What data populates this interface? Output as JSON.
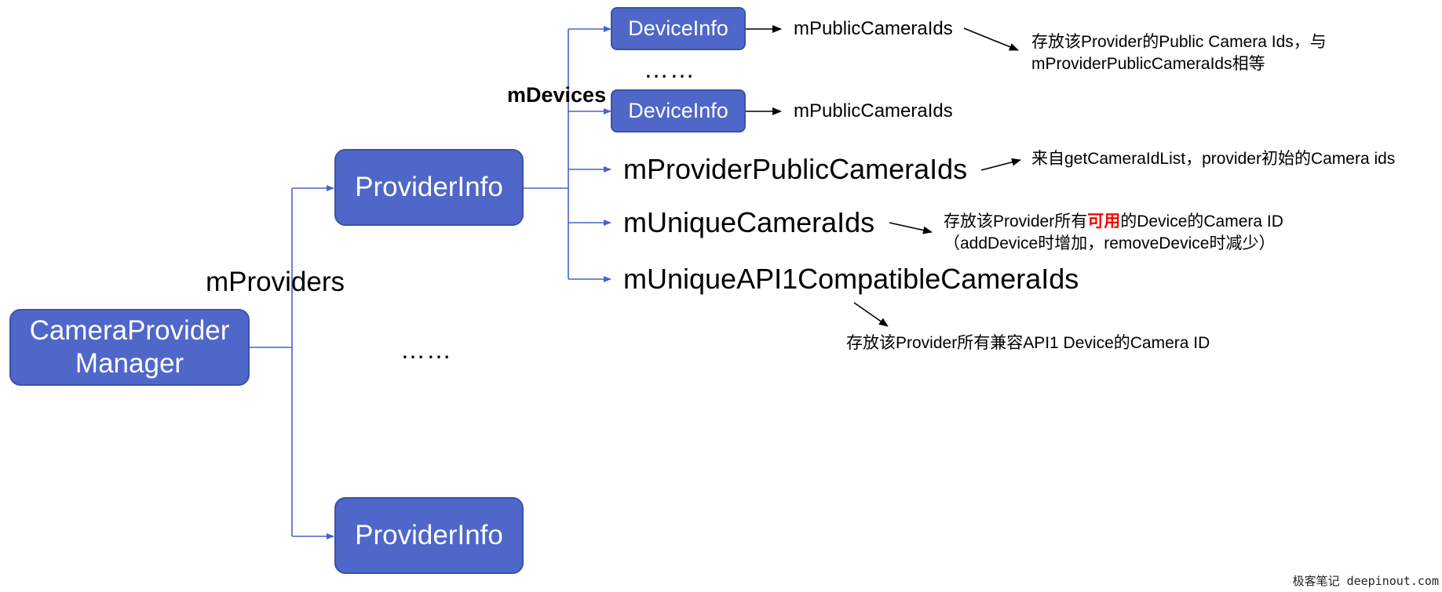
{
  "manager_box": {
    "line1": "CameraProvider",
    "line2": "Manager"
  },
  "providers_label": "mProviders",
  "provider_box_top": "ProviderInfo",
  "provider_box_bottom": "ProviderInfo",
  "providers_ellipsis": "……",
  "devices_label": "mDevices",
  "device_box_1": "DeviceInfo",
  "device_box_2": "DeviceInfo",
  "devices_ellipsis": "……",
  "device_field_1": "mPublicCameraIds",
  "device_field_2": "mPublicCameraIds",
  "fields": {
    "provider_public": "mProviderPublicCameraIds",
    "unique": "mUniqueCameraIds",
    "unique_api1": "mUniqueAPI1CompatibleCameraIds"
  },
  "notes": {
    "public_line1": "存放该Provider的Public Camera Ids，与",
    "public_line2": "mProviderPublicCameraIds相等",
    "provider_public": "来自getCameraIdList，provider初始的Camera ids",
    "unique_pre": "存放该Provider所有",
    "unique_highlight": "可用",
    "unique_post": "的Device的Camera ID",
    "unique_line2": "（addDevice时增加，removeDevice时减少）",
    "api1": "存放该Provider所有兼容API1 Device的Camera ID"
  },
  "watermark": "极客笔记 deepinout.com",
  "colors": {
    "box_fill": "#4f67c8",
    "box_border": "#3b52a8",
    "connector": "#4a64c8",
    "arrow": "#000000",
    "highlight": "#ff0000"
  }
}
